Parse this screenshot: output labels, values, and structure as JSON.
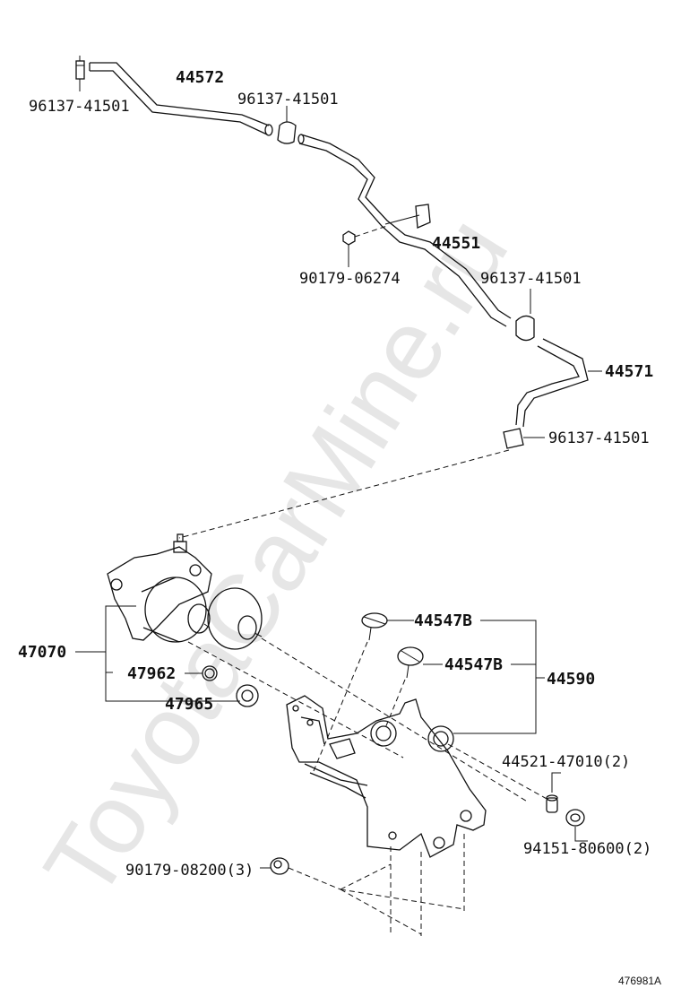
{
  "watermark": "ToyotaCarMine.ru",
  "figure_id": "476981A",
  "labels": {
    "p44572": "44572",
    "clip_a": "96137-41501",
    "clip_b": "96137-41501",
    "p44551": "44551",
    "nut_90179_06274": "90179-06274",
    "clip_c": "96137-41501",
    "p44571": "44571",
    "clip_d": "96137-41501",
    "p47070": "47070",
    "p47962": "47962",
    "p47965": "47965",
    "p44547b_1": "44547B",
    "p44547b_2": "44547B",
    "p44590": "44590",
    "p44521": "44521-47010(2)",
    "p94151": "94151-80600(2)",
    "p90179_08200": "90179-08200(3)"
  }
}
